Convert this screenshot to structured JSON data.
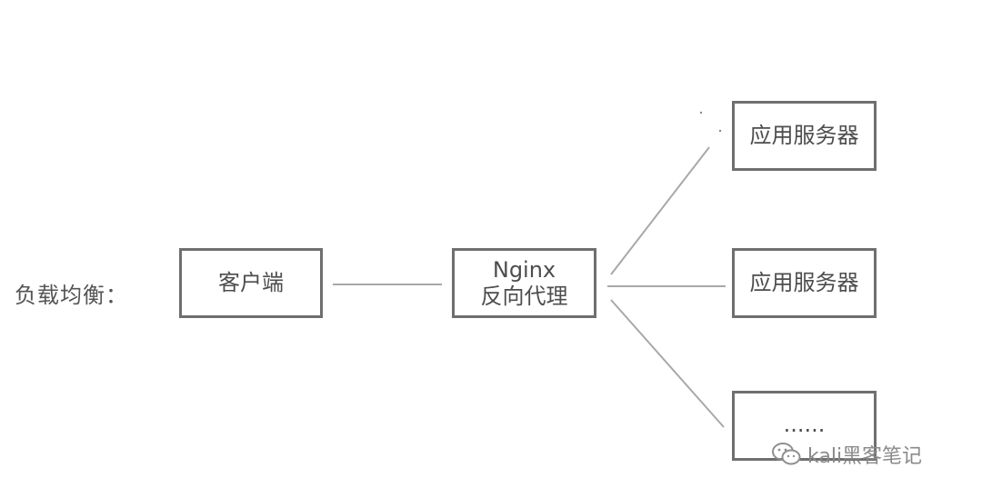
{
  "diagram": {
    "heading": "负载均衡：",
    "client": "客户端",
    "proxy": {
      "line1": "Nginx",
      "line2": "反向代理"
    },
    "servers": [
      "应用服务器",
      "应用服务器",
      "......"
    ]
  },
  "watermark": {
    "icon": "wechat-icon",
    "text": "kali黑客笔记"
  },
  "colors": {
    "line": "#a8a8a8",
    "border": "#6f6f6f",
    "text": "#4d4d4d"
  }
}
